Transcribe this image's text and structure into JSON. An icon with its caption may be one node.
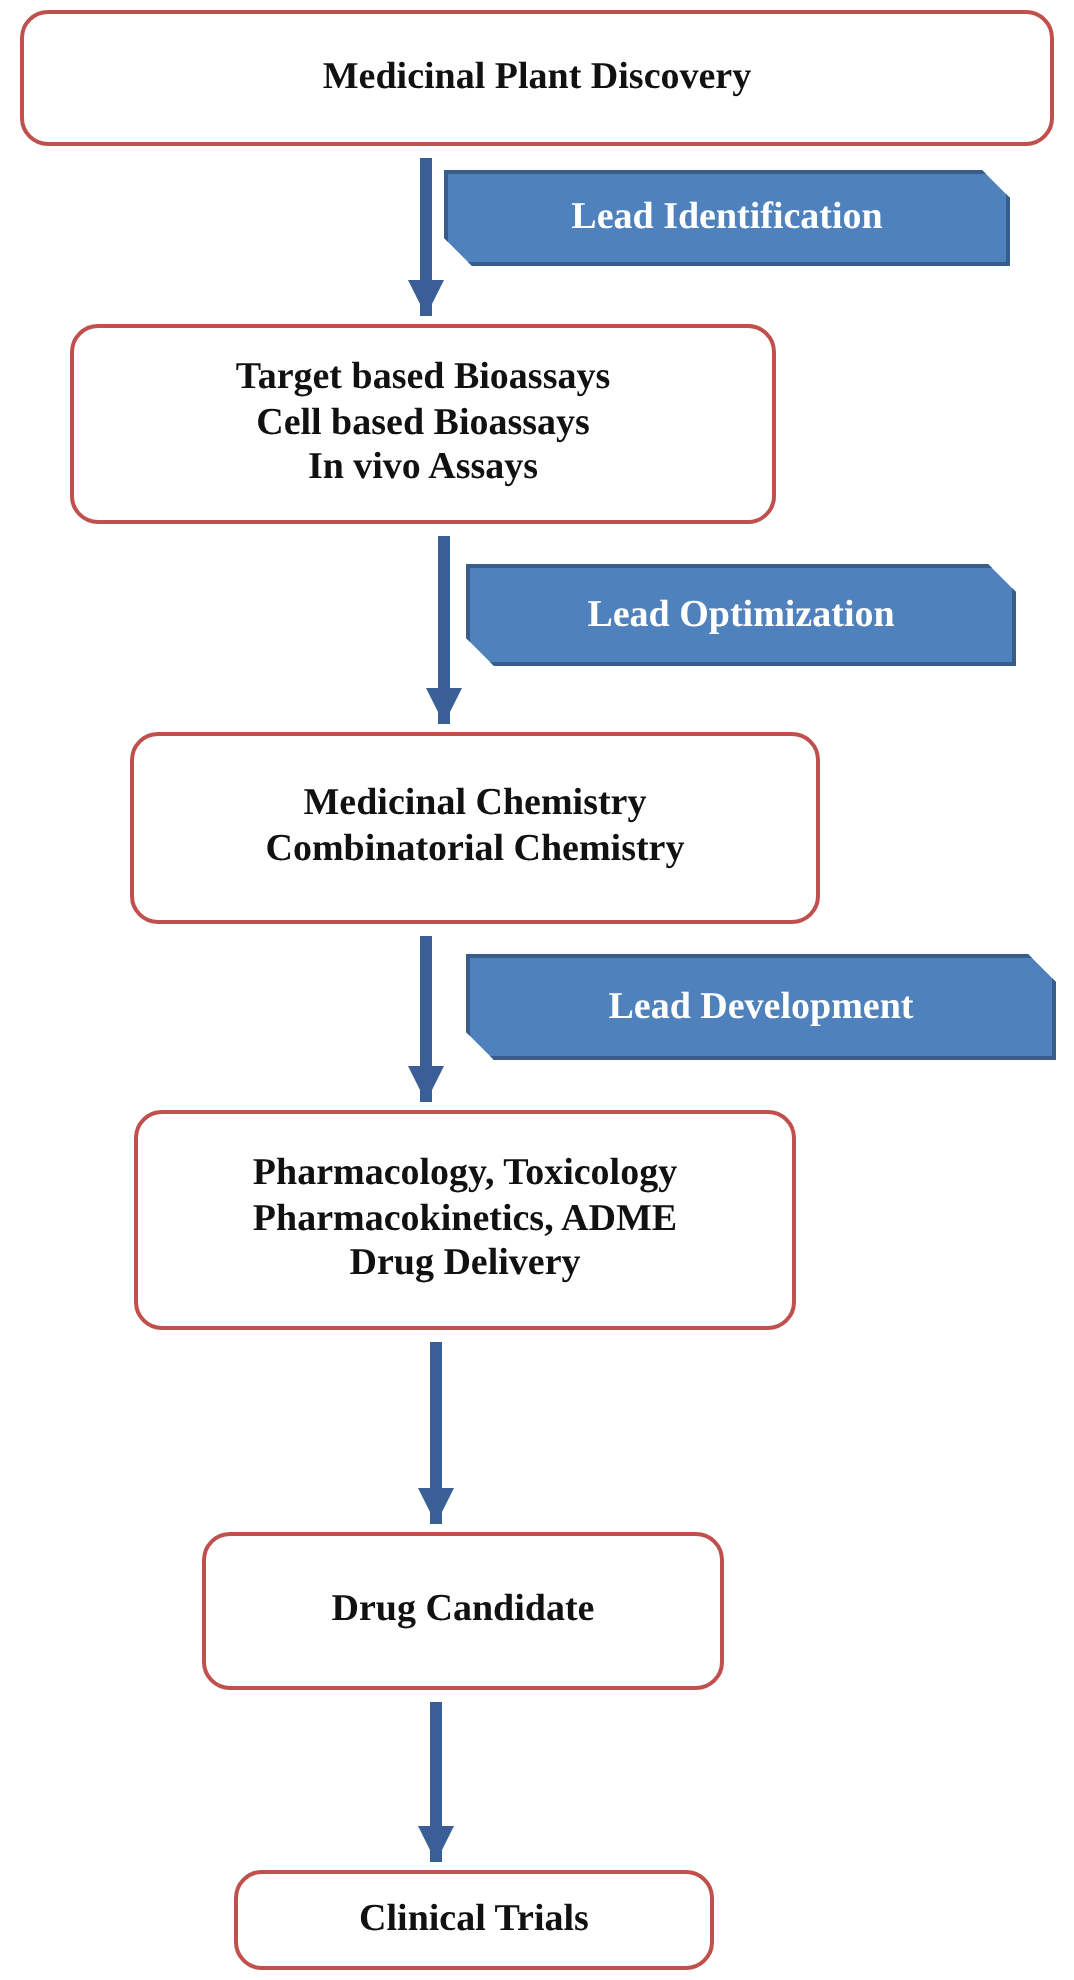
{
  "diagram": {
    "nodes": [
      {
        "text": [
          "Medicinal Plant Discovery"
        ]
      },
      {
        "text": [
          "Lead Identification"
        ]
      },
      {
        "text": [
          "Target based Bioassays",
          "Cell based Bioassays",
          "In vivo Assays"
        ]
      },
      {
        "text": [
          "Lead Optimization"
        ]
      },
      {
        "text": [
          "Medicinal Chemistry",
          "Combinatorial Chemistry"
        ]
      },
      {
        "text": [
          "Lead Development"
        ]
      },
      {
        "text": [
          "Pharmacology, Toxicology",
          "Pharmacokinetics, ADME",
          "Drug Delivery"
        ]
      },
      {
        "text": [
          "Drug Candidate"
        ]
      },
      {
        "text": [
          "Clinical Trials"
        ]
      }
    ],
    "edges": [
      {
        "from": 0,
        "to": 2,
        "arrow": "to"
      },
      {
        "from": 2,
        "to": 4,
        "arrow": "to"
      },
      {
        "from": 4,
        "to": 6,
        "arrow": "to"
      },
      {
        "from": 6,
        "to": 7,
        "arrow": "to"
      },
      {
        "from": 7,
        "to": 8,
        "arrow": "to"
      }
    ]
  }
}
